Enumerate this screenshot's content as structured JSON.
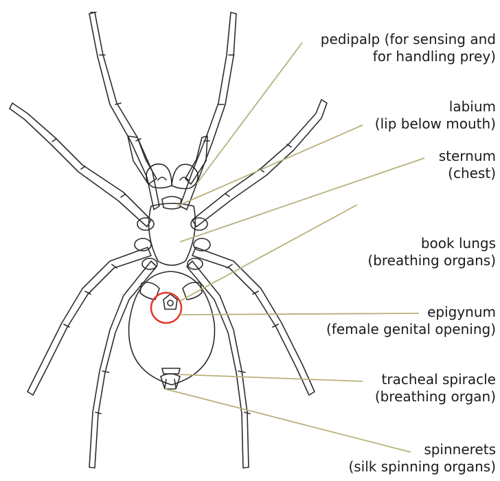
{
  "labels": [
    {
      "key": "pedipalp",
      "line1": "pedipalp (for sensing and",
      "line2": "for handling prey)"
    },
    {
      "key": "labium",
      "line1": "labium",
      "line2": "(lip below mouth)"
    },
    {
      "key": "sternum",
      "line1": "sternum",
      "line2": "(chest)"
    },
    {
      "key": "booklungs",
      "line1": "book lungs",
      "line2": "(breathing organs)"
    },
    {
      "key": "epigynum",
      "line1": "epigynum",
      "line2": "(female genital opening)"
    },
    {
      "key": "tracheal",
      "line1": "tracheal spiracle",
      "line2": "(breathing organ)"
    },
    {
      "key": "spinnerets",
      "line1": "spinnerets",
      "line2": "(silk spinning organs)"
    }
  ],
  "colors": {
    "leader": "#b8b07a",
    "outline": "#2b2b2b",
    "highlight": "#e0392b"
  }
}
